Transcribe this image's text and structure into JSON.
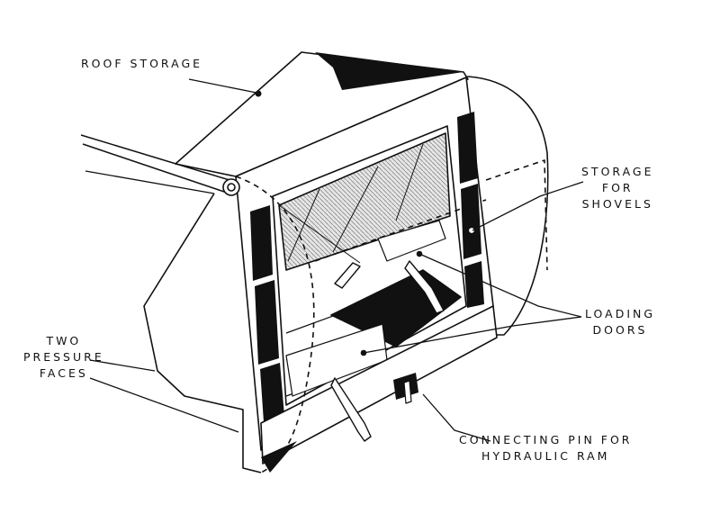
{
  "diagram": {
    "labels": {
      "roof_storage": "ROOF STORAGE",
      "storage_for_shovels": [
        "STORAGE",
        "FOR",
        "SHOVELS"
      ],
      "loading_doors": [
        "LOADING",
        "DOORS"
      ],
      "two_pressure_faces": [
        "TWO",
        "PRESSURE",
        "FACES"
      ],
      "connecting_pin": [
        "CONNECTING PIN FOR",
        "HYDRAULIC RAM"
      ]
    },
    "colors": {
      "ink": "#111111",
      "paper": "#ffffff",
      "hatch": "#9a9a9a"
    }
  }
}
